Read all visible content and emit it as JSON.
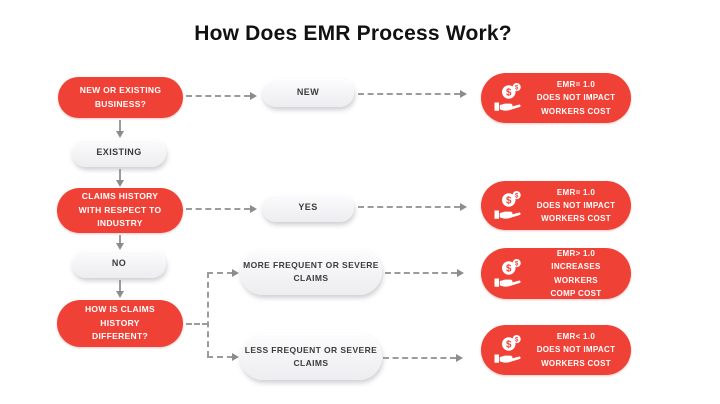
{
  "title": "How Does EMR Process Work?",
  "colors": {
    "node_red": "#EF4136",
    "pill_grey": "#EDEDF0",
    "pill_text": "#3C3C3C",
    "connector_grey": "#9B9B9B",
    "title_black": "#111111",
    "result_text_white": "#FFFFFF"
  },
  "icons": {
    "result_icon": "money-in-hand"
  },
  "flow": {
    "q1": "NEW OR EXISTING\nBUSINESS?",
    "pill_new": "NEW",
    "result1": "EMR= 1.0\nDOES NOT IMPACT\nWORKERS COST",
    "pill_existing": "EXISTING",
    "q2": "CLAIMS HISTORY\nWITH RESPECT TO\nINDUSTRY",
    "pill_yes": "YES",
    "result2": "EMR= 1.0\nDOES NOT IMPACT\nWORKERS COST",
    "pill_no": "NO",
    "q3": "HOW IS CLAIMS\nHISTORY\nDIFFERENT?",
    "pill_more": "MORE FREQUENT OR SEVERE\nCLAIMS",
    "result3": "EMR> 1.0\nINCREASES WORKERS\nCOMP COST",
    "pill_less": "LESS FREQUENT OR SEVERE\nCLAIMS",
    "result4": "EMR< 1.0\nDOES NOT IMPACT\nWORKERS COST"
  }
}
